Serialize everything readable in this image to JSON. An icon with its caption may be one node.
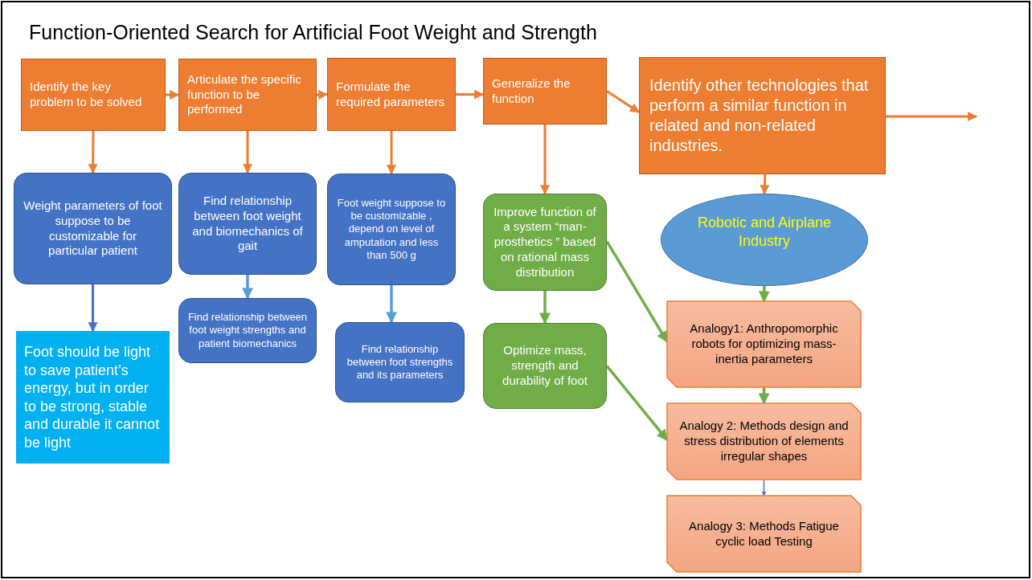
{
  "diagram": {
    "title": "Function-Oriented Search for Artificial Foot Weight and Strength",
    "nodes": [
      {
        "text": [
          "Identify the key problem to be solved"
        ]
      },
      {
        "text": [
          "Articulate the specific function to be performed"
        ]
      },
      {
        "text": [
          "Formulate the required parameters"
        ]
      },
      {
        "text": [
          "Generalize the function"
        ]
      },
      {
        "text": [
          "Identify other technologies that perform a similar function in related and non-related industries."
        ]
      },
      {
        "text": [
          "Weight parameters of foot suppose to be customizable for particular patient"
        ]
      },
      {
        "text": [
          "Find relationship between foot weight and biomechanics of gait"
        ]
      },
      {
        "text": [
          "Foot weight suppose to be customizable , depend on level of amputation and less than 500 g"
        ]
      },
      {
        "text": [
          "Improve function of a system “man-prosthetics ” based on rational mass distribution"
        ]
      },
      {
        "text": [
          "Robotic and Airplane Industry"
        ]
      },
      {
        "text": [
          "Foot should be light to save patient’s energy, but in order to be strong, stable and durable it cannot be light"
        ]
      },
      {
        "text": [
          "Find relationship between foot weight strengths and patient biomechanics"
        ]
      },
      {
        "text": [
          "Find relationship between foot strengths and its parameters"
        ]
      },
      {
        "text": [
          "Optimize mass, strength and durability of foot"
        ]
      },
      {
        "text": [
          "Analogy1: Anthropomorphic robots for optimizing mass-inertia parameters"
        ]
      },
      {
        "text": [
          "Analogy 2: Methods design and stress distribution of elements irregular shapes"
        ]
      },
      {
        "text": [
          "Analogy 3: Methods Fatigue cyclic load Testing"
        ]
      }
    ],
    "edges": [
      {
        "from": 0,
        "to": 1,
        "arrow": "to"
      },
      {
        "from": 1,
        "to": 2,
        "arrow": "to"
      },
      {
        "from": 2,
        "to": 3,
        "arrow": "to"
      },
      {
        "from": 3,
        "to": 4,
        "arrow": "to"
      },
      {
        "from": 4,
        "to": null,
        "arrow": "to"
      },
      {
        "from": 0,
        "to": 5,
        "arrow": "to"
      },
      {
        "from": 1,
        "to": 6,
        "arrow": "to"
      },
      {
        "from": 2,
        "to": 7,
        "arrow": "to"
      },
      {
        "from": 3,
        "to": 8,
        "arrow": "to"
      },
      {
        "from": 4,
        "to": 9,
        "arrow": "to"
      },
      {
        "from": 5,
        "to": 10,
        "arrow": "to",
        "color": "#4472c4"
      },
      {
        "from": 6,
        "to": 11,
        "arrow": "to",
        "color": "#5b9bd5"
      },
      {
        "from": 7,
        "to": 12,
        "arrow": "to",
        "color": "#5b9bd5"
      },
      {
        "from": 8,
        "to": 13,
        "arrow": "to",
        "color": "#70ad47"
      },
      {
        "from": 8,
        "to": 14,
        "arrow": "to",
        "color": "#70ad47"
      },
      {
        "from": 13,
        "to": 15,
        "arrow": "to",
        "color": "#70ad47"
      },
      {
        "from": 9,
        "to": 14,
        "arrow": "to",
        "color": "#70ad47"
      },
      {
        "from": 14,
        "to": 15,
        "arrow": "to",
        "color": "#70ad47"
      },
      {
        "from": 15,
        "to": 16,
        "arrow": "to",
        "color": "#4472c4"
      }
    ]
  }
}
